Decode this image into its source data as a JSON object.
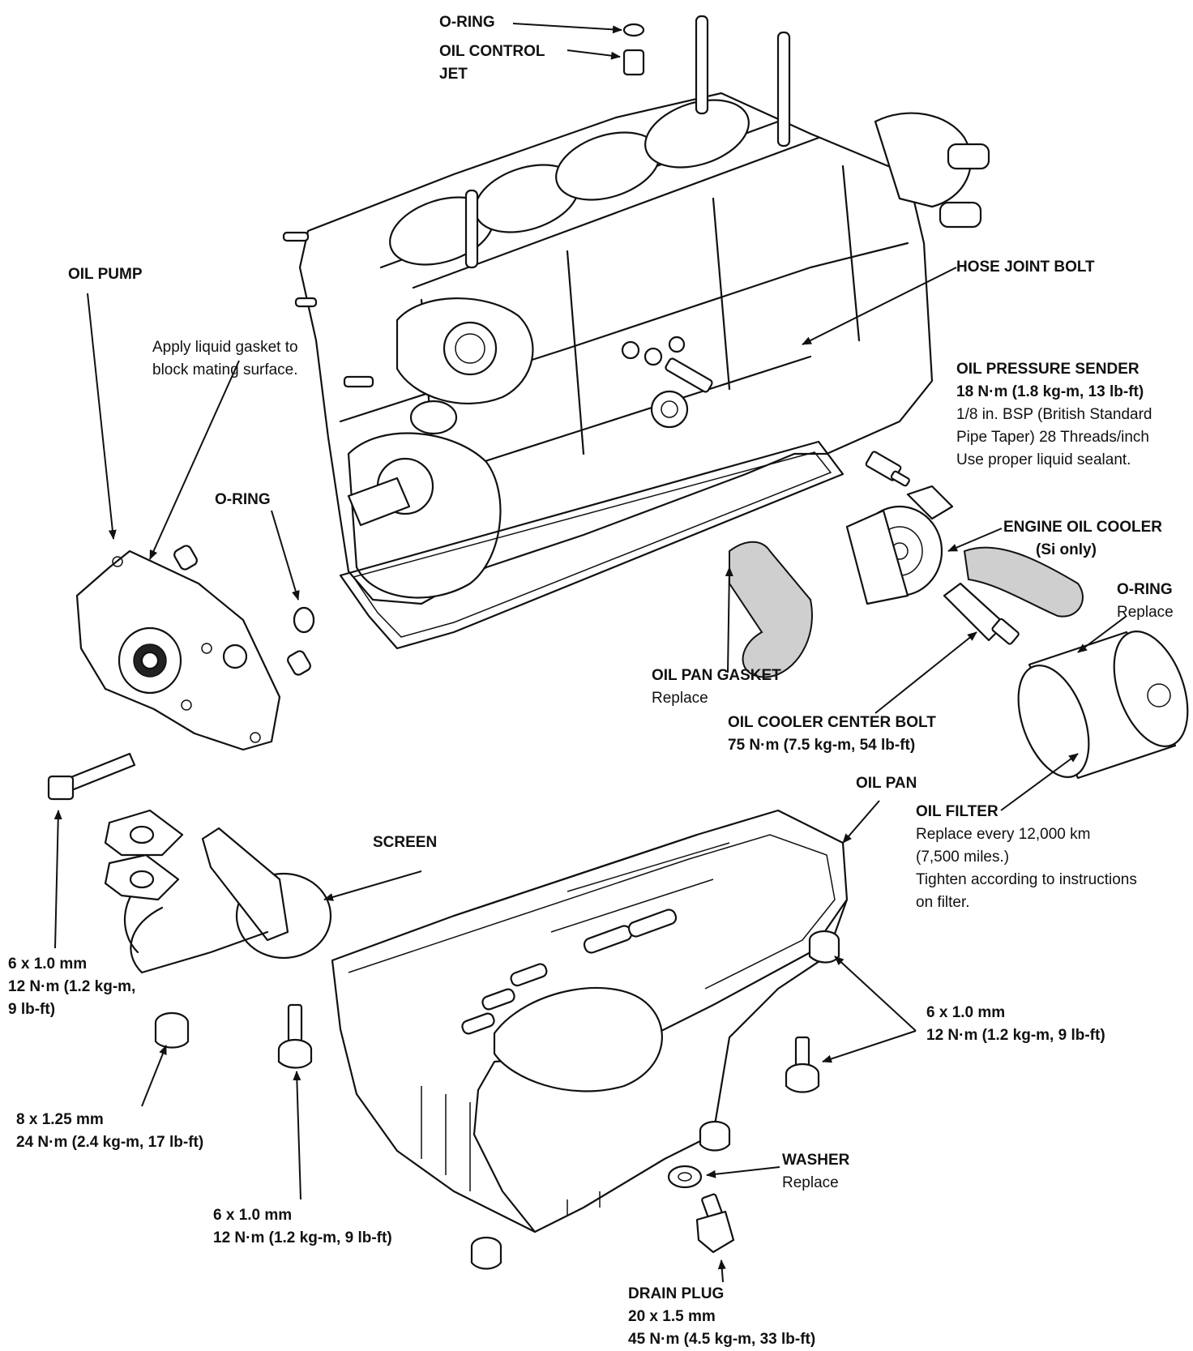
{
  "labels": {
    "o_ring_top": "O-RING",
    "oil_control_jet_1": "OIL CONTROL",
    "oil_control_jet_2": "JET",
    "oil_pump": "OIL PUMP",
    "apply_gasket_1": "Apply liquid gasket to",
    "apply_gasket_2": "block mating surface.",
    "o_ring_pump": "O-RING",
    "hose_joint_bolt": "HOSE JOINT BOLT",
    "oil_pressure_sender": {
      "title": "OIL PRESSURE SENDER",
      "torque": "18 N·m (1.8 kg-m, 13 lb-ft)",
      "line2": "1/8 in. BSP (British Standard",
      "line3": "Pipe Taper) 28 Threads/inch",
      "line4": "Use proper liquid sealant."
    },
    "engine_oil_cooler": {
      "title": "ENGINE OIL COOLER",
      "note": "(Si only)"
    },
    "o_ring_filter": {
      "title": "O-RING",
      "note": "Replace"
    },
    "oil_pan_gasket": {
      "title": "OIL PAN GASKET",
      "note": "Replace"
    },
    "oil_cooler_center_bolt": {
      "title": "OIL COOLER CENTER BOLT",
      "torque": "75 N·m (7.5 kg-m, 54 lb-ft)"
    },
    "oil_pan": "OIL PAN",
    "oil_filter": {
      "title": "OIL FILTER",
      "line1": "Replace every 12,000 km",
      "line2": "(7,500 miles.)",
      "line3": "Tighten according to instructions",
      "line4": "on filter."
    },
    "screen": "SCREEN",
    "bolt_left": {
      "size": "6 x 1.0 mm",
      "torque1": "12 N·m (1.2 kg-m,",
      "torque2": "9 lb-ft)"
    },
    "bolt_8mm": {
      "size": "8 x 1.25 mm",
      "torque": "24 N·m (2.4 kg-m, 17 lb-ft)"
    },
    "bolt_center": {
      "size": "6 x 1.0 mm",
      "torque": "12 N·m (1.2 kg-m, 9 lb-ft)"
    },
    "bolt_right": {
      "size": "6 x 1.0 mm",
      "torque": "12 N·m (1.2 kg-m, 9 lb-ft)"
    },
    "washer": {
      "title": "WASHER",
      "note": "Replace"
    },
    "drain_plug": {
      "title": "DRAIN PLUG",
      "size": "20 x 1.5 mm",
      "torque": "45 N·m (4.5 kg-m, 33 lb-ft)"
    }
  }
}
